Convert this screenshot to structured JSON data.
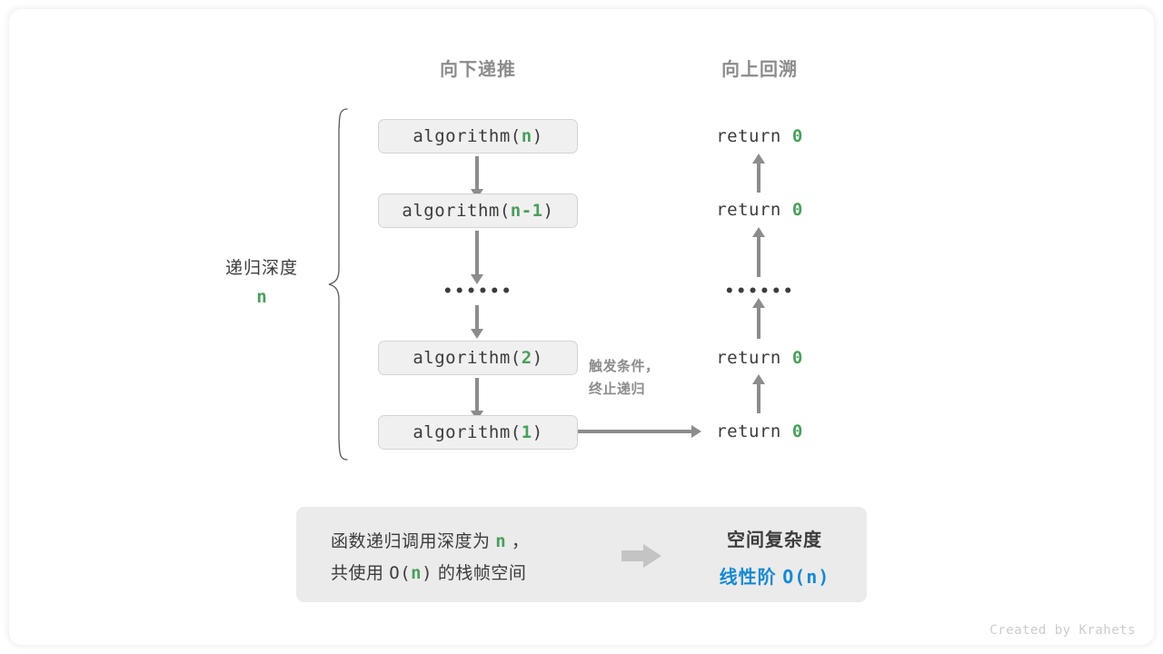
{
  "headers": {
    "down": "向下递推",
    "up": "向上回溯"
  },
  "call_stack": [
    {
      "prefix": "algorithm(",
      "arg": "n",
      "suffix": ")"
    },
    {
      "prefix": "algorithm(",
      "arg": "n-1",
      "suffix": ")"
    },
    {
      "prefix": "algorithm(",
      "arg": "2",
      "suffix": ")"
    },
    {
      "prefix": "algorithm(",
      "arg": "1",
      "suffix": ")"
    }
  ],
  "returns": [
    {
      "keyword": "return",
      "value": "0"
    },
    {
      "keyword": "return",
      "value": "0"
    },
    {
      "keyword": "return",
      "value": "0"
    },
    {
      "keyword": "return",
      "value": "0"
    }
  ],
  "ellipsis": "••••••",
  "depth": {
    "label": "递归深度",
    "value": "n"
  },
  "terminate_note": {
    "line1": "触发条件，",
    "line2": "终止递归"
  },
  "summary": {
    "left_line1_a": "函数递归调用深度为 ",
    "left_line1_n": "n",
    "left_line1_b": " ，",
    "left_line2_a": "共使用 ",
    "left_line2_o": "O(",
    "left_line2_n": "n",
    "left_line2_c": ")",
    "left_line2_b": " 的栈帧空间",
    "right_title": "空间复杂度",
    "right_value_label": "线性阶 ",
    "right_value_code": "O(n)"
  },
  "footer": "Created by Krahets",
  "colors": {
    "accent_green": "#4a9e5c",
    "accent_blue": "#1789d1",
    "box_fill": "#f0f0f0",
    "box_border": "#d4d4d4",
    "panel_fill": "#ebebeb",
    "arrow_gray": "#8c8c8c",
    "text_dark": "#3c3c3c",
    "header_gray": "#8c8c8c"
  }
}
